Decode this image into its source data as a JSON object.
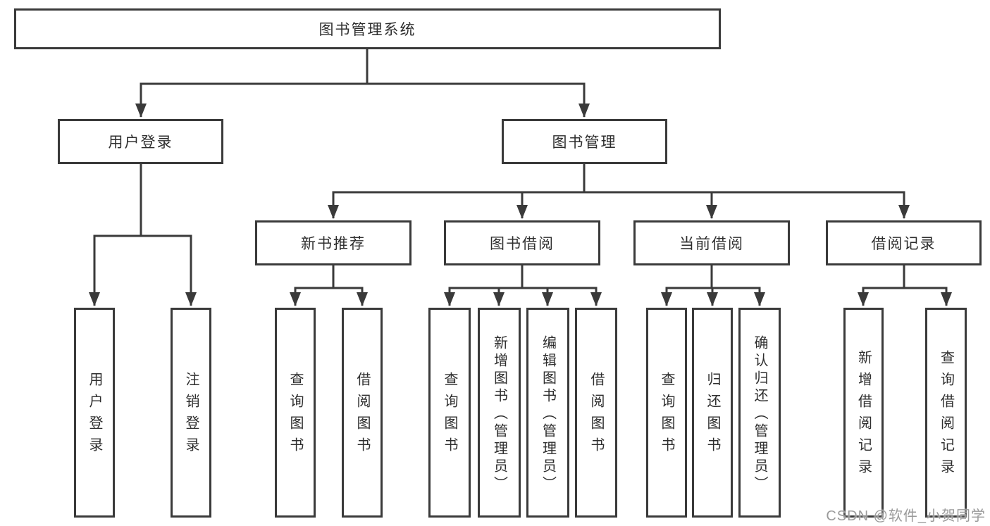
{
  "tree": {
    "root": "图书管理系统",
    "branches": [
      {
        "label": "用户登录",
        "children": [
          "用户登录",
          "注销登录"
        ]
      },
      {
        "label": "图书管理",
        "sections": [
          {
            "label": "新书推荐",
            "children": [
              "查询图书",
              "借阅图书"
            ]
          },
          {
            "label": "图书借阅",
            "children": [
              "查询图书",
              "新增图书（管理员）",
              "编辑图书（管理员）",
              "借阅图书"
            ]
          },
          {
            "label": "当前借阅",
            "children": [
              "查询图书",
              "归还图书",
              "确认归还（管理员）"
            ]
          },
          {
            "label": "借阅记录",
            "children": [
              "新增借阅记录",
              "查询借阅记录"
            ]
          }
        ]
      }
    ]
  },
  "watermark": {
    "text": "CSDN @软件_小贺同学"
  },
  "colors": {
    "line": "#3a3a3a",
    "text": "#2e2e2e",
    "background": "#ffffff",
    "watermark": "#9a9a9a"
  }
}
